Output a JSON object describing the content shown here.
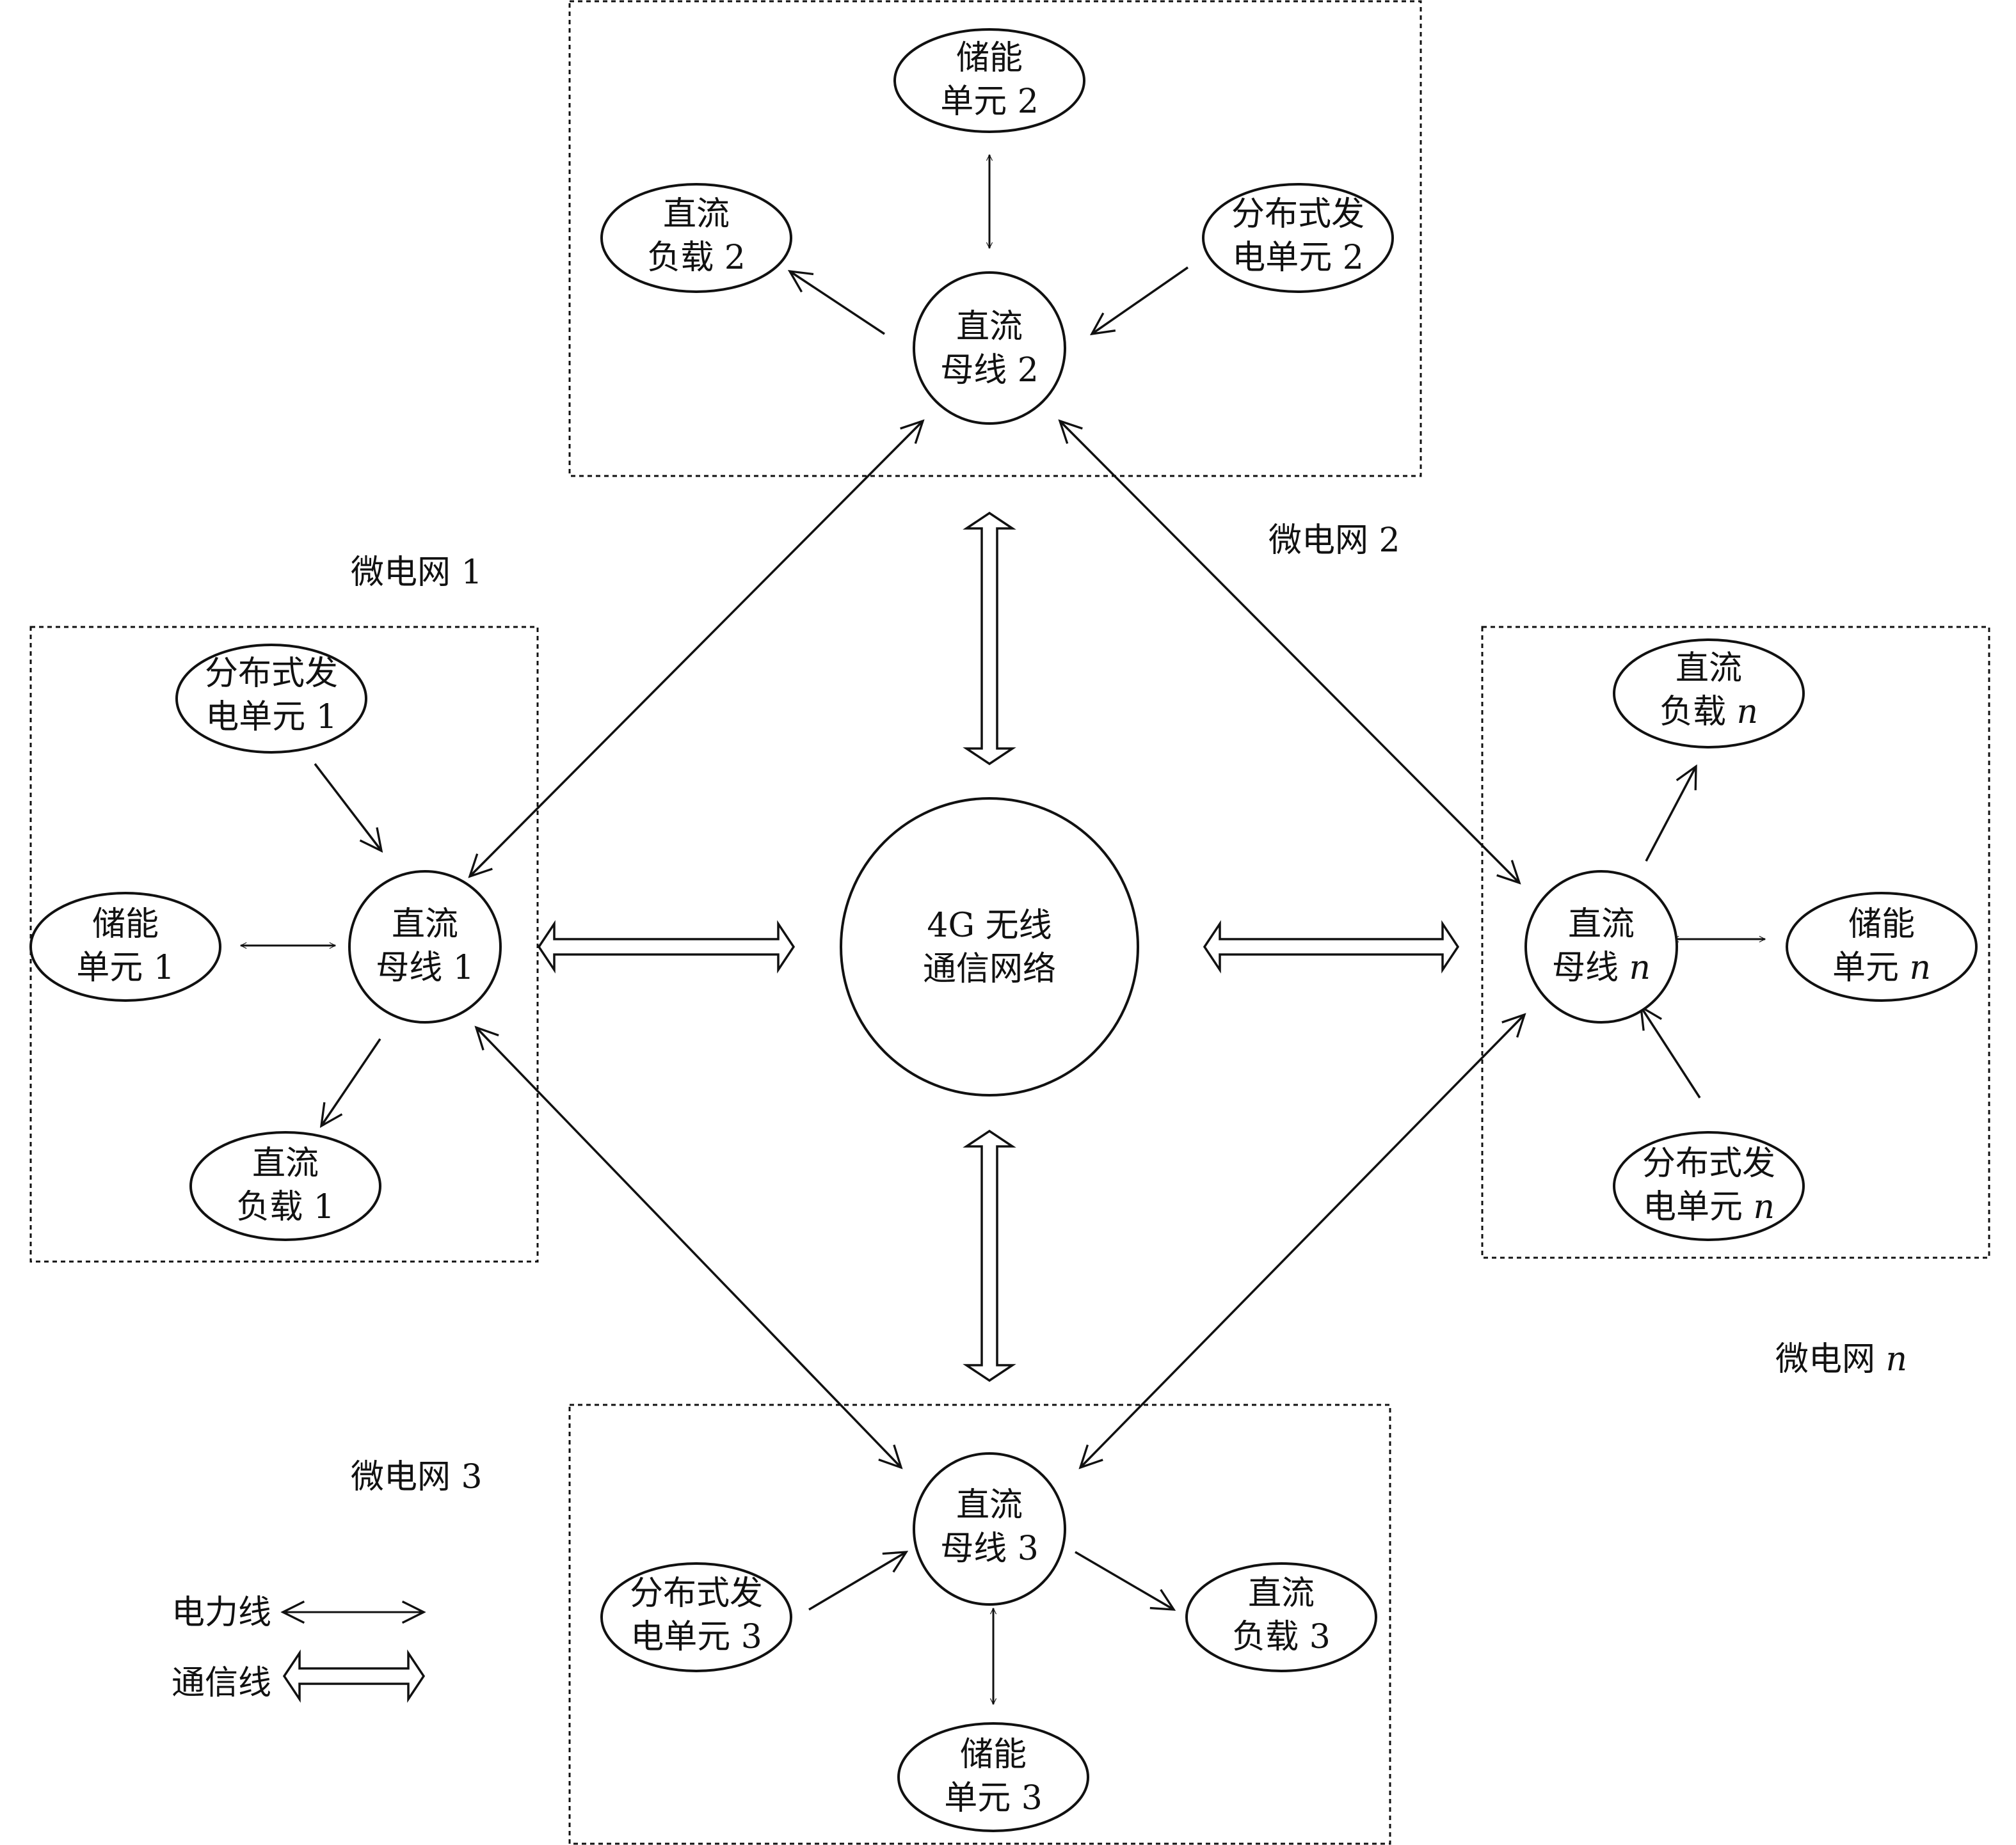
{
  "center": {
    "line1": "4G 无线",
    "line2": "通信网络"
  },
  "grid1": {
    "label": "微电网 1",
    "gen": {
      "line1": "分布式发",
      "line2_pre": "电单元 ",
      "n": "1"
    },
    "stor": {
      "line1": "储能",
      "line2_pre": "单元 ",
      "n": "1"
    },
    "bus": {
      "line1": "直流",
      "line2_pre": "母线 ",
      "n": "1"
    },
    "load": {
      "line1": "直流",
      "line2_pre": "负载 ",
      "n": "1"
    }
  },
  "grid2": {
    "label": "微电网 2",
    "gen": {
      "line1": "分布式发",
      "line2_pre": "电单元 ",
      "n": "2"
    },
    "stor": {
      "line1": "储能",
      "line2_pre": "单元 ",
      "n": "2"
    },
    "bus": {
      "line1": "直流",
      "line2_pre": "母线 ",
      "n": "2"
    },
    "load": {
      "line1": "直流",
      "line2_pre": "负载 ",
      "n": "2"
    }
  },
  "grid3": {
    "label": "微电网 3",
    "gen": {
      "line1": "分布式发",
      "line2_pre": "电单元 ",
      "n": "3"
    },
    "stor": {
      "line1": "储能",
      "line2_pre": "单元 ",
      "n": "3"
    },
    "bus": {
      "line1": "直流",
      "line2_pre": "母线 ",
      "n": "3"
    },
    "load": {
      "line1": "直流",
      "line2_pre": "负载 ",
      "n": "3"
    }
  },
  "gridn": {
    "label_pre": "微电网 ",
    "label_n": "n",
    "gen": {
      "line1": "分布式发",
      "line2_pre": "电单元 ",
      "n": "n"
    },
    "stor": {
      "line1": "储能",
      "line2_pre": "单元 ",
      "n": "n"
    },
    "bus": {
      "line1": "直流",
      "line2_pre": "母线 ",
      "n": "n"
    },
    "load": {
      "line1": "直流",
      "line2_pre": "负载 ",
      "n": "n"
    }
  },
  "legend": {
    "power": "电力线",
    "comm": "通信线"
  }
}
